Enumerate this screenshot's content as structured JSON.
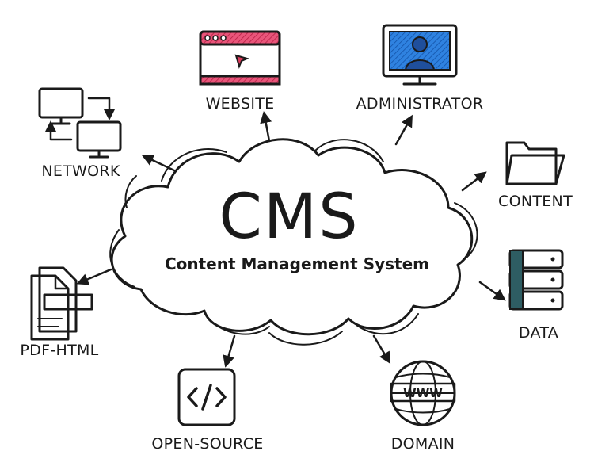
{
  "center": {
    "title": "CMS",
    "subtitle": "Content Management System"
  },
  "nodes": {
    "website": {
      "label": "WEBSITE",
      "icon": "browser-window-icon"
    },
    "administrator": {
      "label": "ADMINISTRATOR",
      "icon": "user-monitor-icon"
    },
    "network": {
      "label": "NETWORK",
      "icon": "network-computers-icon"
    },
    "content": {
      "label": "CONTENT",
      "icon": "folder-icon"
    },
    "pdf_html": {
      "label": "PDF-HTML",
      "icon": "document-icon"
    },
    "data": {
      "label": "DATA",
      "icon": "server-stack-icon"
    },
    "open_source": {
      "label": "OPEN-SOURCE",
      "icon": "code-icon"
    },
    "domain": {
      "label": "DOMAIN",
      "icon": "www-globe-icon"
    }
  },
  "colors": {
    "ink": "#1a1a1a",
    "pink": "#d8385a",
    "blue": "#1f6fd0",
    "yellow": "#e8ec3c",
    "teal": "#3bbccc",
    "red": "#d23a45"
  }
}
